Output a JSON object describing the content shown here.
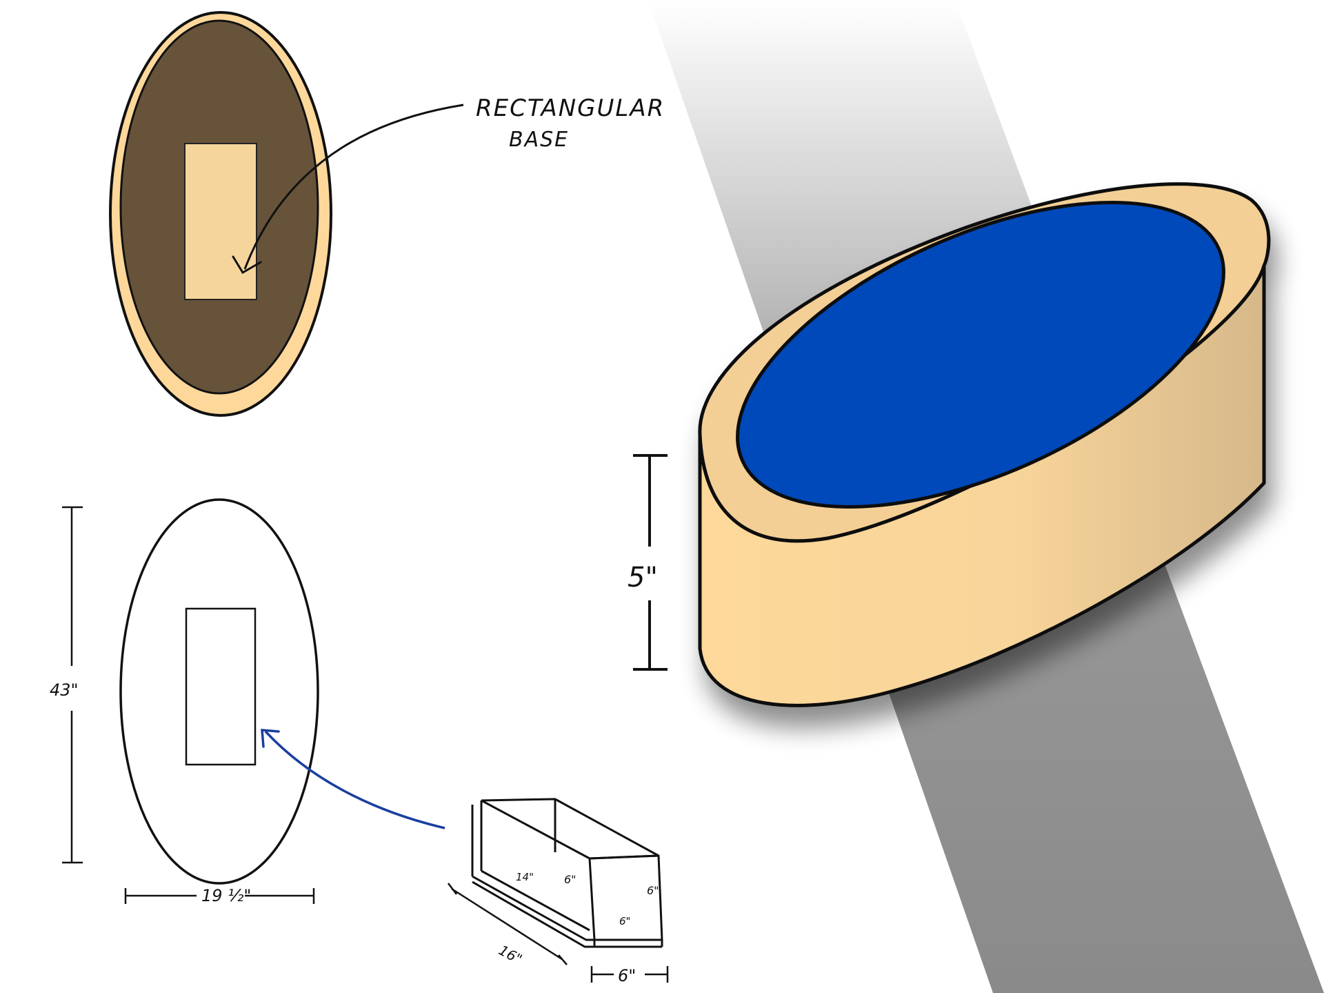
{
  "callouts": {
    "base_label_line1": "RECTANGULAR",
    "base_label_line2": "BASE"
  },
  "dimensions": {
    "height_label": "43\"",
    "width_label": "19 ½\"",
    "depth_label": "5\"",
    "box_length": "16\"",
    "box_width": "6\"",
    "box_inner_length": "14\"",
    "box_inner_height": "6\"",
    "box_side_height": "6\"",
    "box_front_width": "6\""
  },
  "colors": {
    "frame_wood": "#FDD89A",
    "frame_shade": "#DDBB88",
    "mirror_back": "#66533A",
    "mirror_glass": "#0549BA",
    "base_block": "#F6D59D",
    "shadow_band": "#8A8A8A",
    "ink": "#111111",
    "arrow_blue": "#1B3FA0"
  }
}
